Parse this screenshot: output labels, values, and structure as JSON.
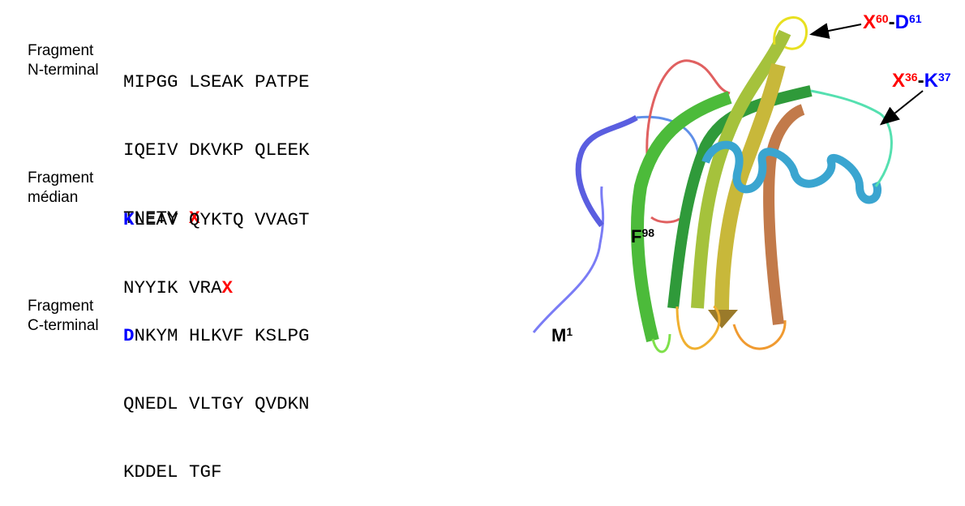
{
  "fragments": [
    {
      "label_line1": "Fragment",
      "label_line2": "N-terminal",
      "lines": [
        [
          {
            "text": "MIPGG LSEAK PATPE",
            "style": "plain"
          }
        ],
        [
          {
            "text": "IQEIV DKVKP QLEEK",
            "style": "plain"
          }
        ],
        [
          {
            "text": "TNETY ",
            "style": "plain"
          },
          {
            "text": "X",
            "style": "red"
          }
        ]
      ]
    },
    {
      "label_line1": "Fragment",
      "label_line2": "médian",
      "lines": [
        [
          {
            "text": "K",
            "style": "blue"
          },
          {
            "text": "LEAV QYKTQ VVAGT",
            "style": "plain"
          }
        ],
        [
          {
            "text": "NYYIK VRA",
            "style": "plain"
          },
          {
            "text": "X",
            "style": "red"
          }
        ]
      ]
    },
    {
      "label_line1": "Fragment",
      "label_line2": "C-terminal",
      "lines": [
        [
          {
            "text": "D",
            "style": "blue"
          },
          {
            "text": "NKYM HLKVF KSLPG",
            "style": "plain"
          }
        ],
        [
          {
            "text": "QNEDL VLTGY QVDKN",
            "style": "plain"
          }
        ],
        [
          {
            "text": "KDDEL TGF",
            "style": "plain"
          }
        ]
      ]
    }
  ],
  "annotations": {
    "x60": {
      "a": "X",
      "a_sup": "60",
      "sep": "-",
      "b": "D",
      "b_sup": "61"
    },
    "x36": {
      "a": "X",
      "a_sup": "36",
      "sep": "-",
      "b": "K",
      "b_sup": "37"
    },
    "f98": {
      "a": "F",
      "a_sup": "98"
    },
    "m1": {
      "a": "M",
      "a_sup": "1"
    }
  },
  "colors": {
    "red": "#ff0000",
    "blue": "#0000ff"
  }
}
